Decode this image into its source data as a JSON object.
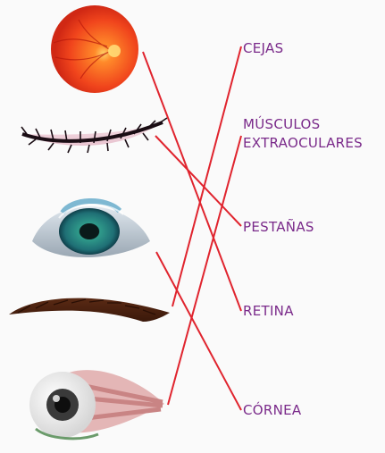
{
  "labels": {
    "cejas": "CEJAS",
    "musculos_line1": "MÚSCULOS",
    "musculos_line2": "EXTRAOCULARES",
    "pestanas": "PESTAÑAS",
    "retina": "RETINA",
    "cornea": "CÓRNEA"
  },
  "pictures": [
    "retina-image",
    "eyelashes-image",
    "cornea-eye-image",
    "eyebrow-image",
    "eyeball-muscles-image"
  ],
  "connections": [
    {
      "from": "retina-image",
      "to": "RETINA"
    },
    {
      "from": "eyelashes-image",
      "to": "PESTAÑAS"
    },
    {
      "from": "cornea-eye-image",
      "to": "CÓRNEA"
    },
    {
      "from": "eyebrow-image",
      "to": "CEJAS"
    },
    {
      "from": "eyeball-muscles-image",
      "to": "MÚSCULOS EXTRAOCULARES"
    }
  ],
  "colors": {
    "line": "#e0242e",
    "label": "#7a2a8a"
  }
}
